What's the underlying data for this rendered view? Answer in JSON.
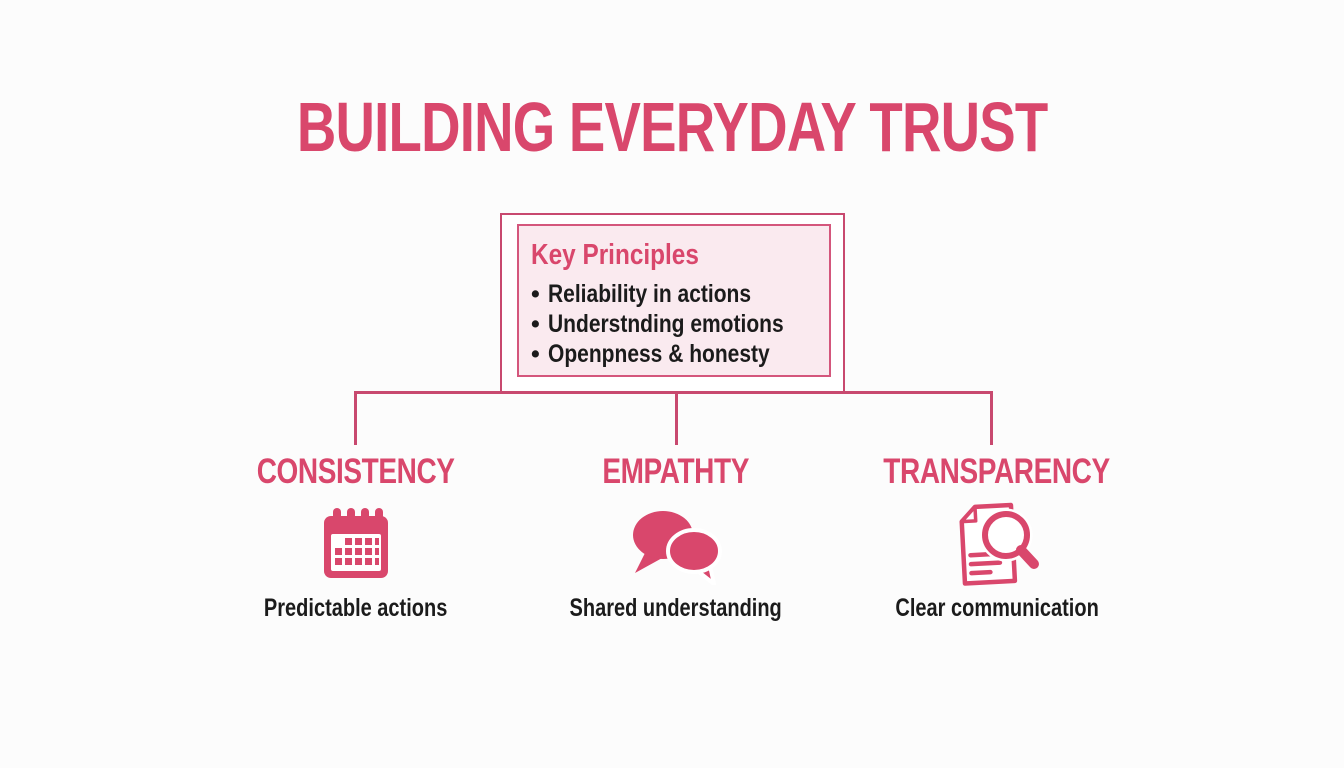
{
  "page": {
    "title": "BUILDING EVERYDAY TRUST",
    "background_color": "#fcfcfc",
    "accent_pink": "#d9476c",
    "connector_line_color": "#c8496f",
    "box_fill_color": "#faeaef",
    "dark_text_color": "#1b1b1b"
  },
  "key_principles": {
    "heading": "Key Principles",
    "bullet_char": "•",
    "bullets": [
      "Reliability in actions",
      "Understnding emotions",
      "Openpness & honesty"
    ]
  },
  "pillars": [
    {
      "heading": "CONSISTENCY",
      "icon": "calendar-icon",
      "description": "Predictable actions"
    },
    {
      "heading": "EMPATHTY",
      "icon": "speech-bubbles-icon",
      "description": "Shared understanding"
    },
    {
      "heading": "TRANSPARENCY",
      "icon": "document-search-icon",
      "description": "Clear communication"
    }
  ]
}
